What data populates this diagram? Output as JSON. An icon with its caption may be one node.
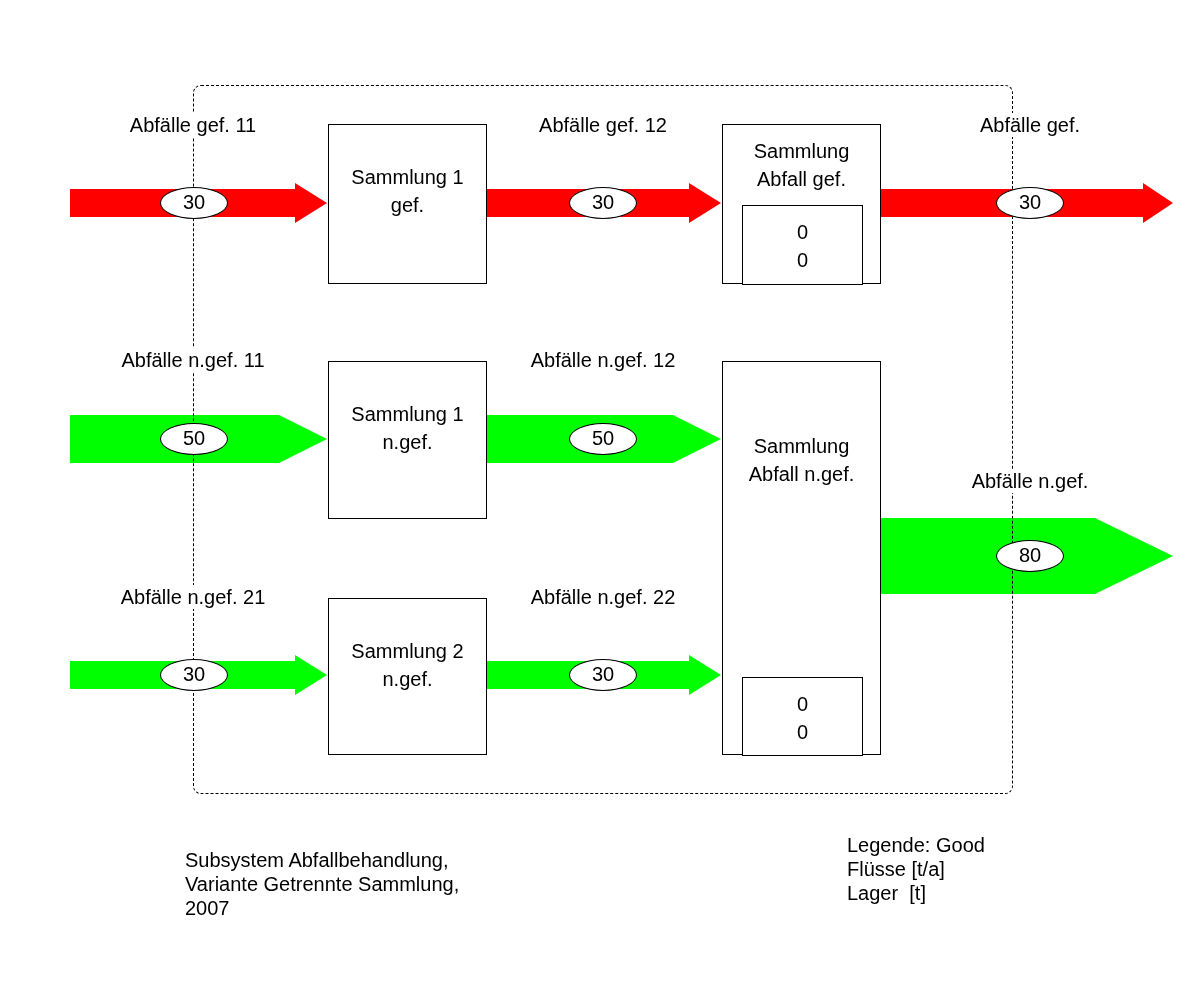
{
  "diagram": {
    "caption": "Subsystem Abfallbehandlung, Variante Getrennte Sammlung, 2007",
    "nodes": [
      {
        "text": [],
        "shape": "box"
      },
      {
        "text": [
          "Sammlung 1 gef."
        ],
        "in": 0
      },
      {
        "text": [
          "Sammlung Abfall gef."
        ],
        "in": 0
      },
      {
        "text": [
          "0",
          "0"
        ],
        "in": 2
      },
      {
        "text": [
          "Sammlung 1 n.gef."
        ],
        "in": 0
      },
      {
        "text": [
          "Sammlung Abfall n.gef."
        ],
        "in": 0
      },
      {
        "text": [
          "0",
          "0"
        ],
        "in": 5
      },
      {
        "text": [
          "Sammlung 2 n.gef."
        ],
        "in": 0
      }
    ],
    "edges": [
      {
        "from": null,
        "to": 1,
        "arrow": "to",
        "label": "Abfälle gef. 11",
        "color": "#ff0000"
      },
      {
        "from": 1,
        "to": 2,
        "arrow": "to",
        "label": "Abfälle gef. 12",
        "color": "#ff0000"
      },
      {
        "from": 2,
        "to": null,
        "arrow": "to",
        "label": "Abfälle gef.",
        "color": "#ff0000"
      },
      {
        "from": null,
        "to": 4,
        "arrow": "to",
        "label": "Abfälle n.gef. 11"
      },
      {
        "from": 4,
        "to": 5,
        "arrow": "to",
        "label": "Abfälle n.gef. 12"
      },
      {
        "from": 5,
        "to": null,
        "arrow": "to",
        "label": "Abfälle n.gef."
      },
      {
        "from": null,
        "to": 7,
        "arrow": "to",
        "label": "Abfälle n.gef. 21"
      },
      {
        "from": 7,
        "to": 5,
        "arrow": "to",
        "label": "Abfälle n.gef. 22"
      }
    ],
    "labels": [
      "30",
      "30",
      "30",
      "50",
      "50",
      "80",
      "30",
      "30",
      "Legende: Good",
      "Flüsse [t/a]",
      "Lager  [t]"
    ]
  }
}
